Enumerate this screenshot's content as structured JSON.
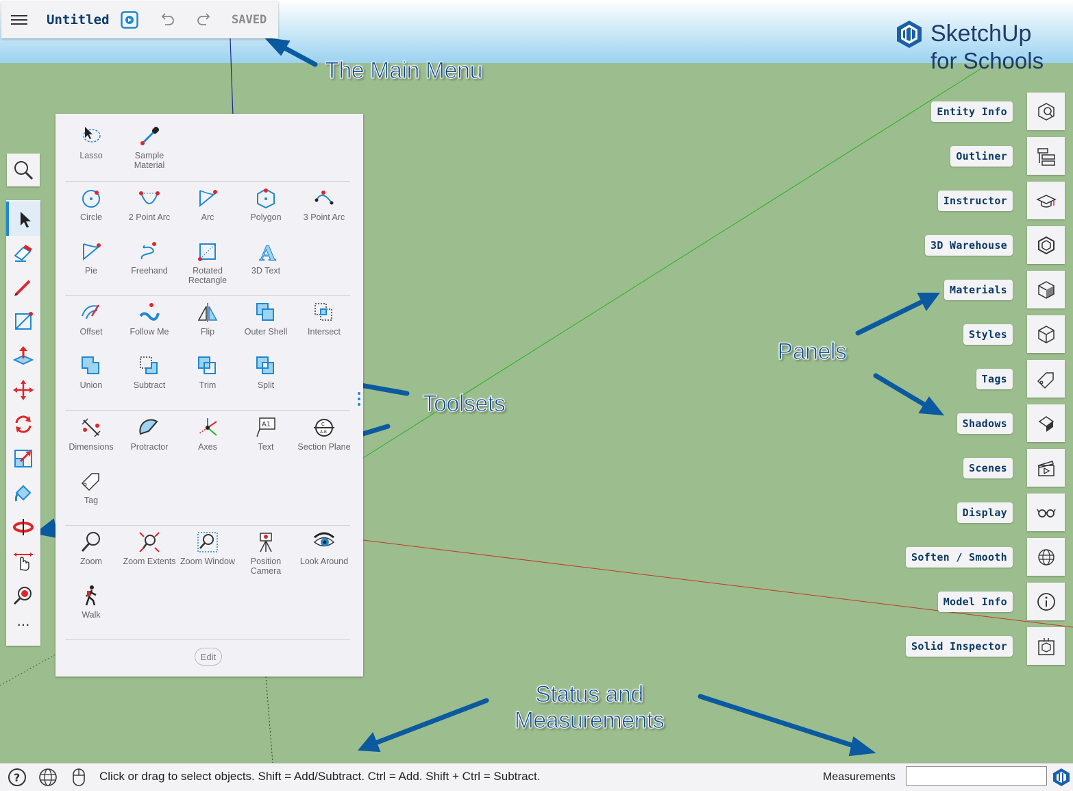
{
  "topbar": {
    "title": "Untitled",
    "saved": "SAVED"
  },
  "logo": {
    "line1": "SketchUp",
    "line2": "for Schools"
  },
  "toolsets": {
    "row1": [
      "Lasso",
      "Sample Material"
    ],
    "row2": [
      "Circle",
      "2 Point Arc",
      "Arc",
      "Polygon",
      "3 Point Arc"
    ],
    "row3": [
      "Pie",
      "Freehand",
      "Rotated Rectangle",
      "3D Text"
    ],
    "row4": [
      "Offset",
      "Follow Me",
      "Flip",
      "Outer Shell",
      "Intersect"
    ],
    "row5": [
      "Union",
      "Subtract",
      "Trim",
      "Split"
    ],
    "row6": [
      "Dimensions",
      "Protractor",
      "Axes",
      "Text",
      "Section Plane"
    ],
    "row7": [
      "Tag"
    ],
    "row8": [
      "Zoom",
      "Zoom Extents",
      "Zoom Window",
      "Position Camera",
      "Look Around"
    ],
    "row9": [
      "Walk"
    ],
    "edit": "Edit"
  },
  "panels": [
    "Entity Info",
    "Outliner",
    "Instructor",
    "3D Warehouse",
    "Materials",
    "Styles",
    "Tags",
    "Shadows",
    "Scenes",
    "Display",
    "Soften / Smooth",
    "Model Info",
    "Solid Inspector"
  ],
  "annotations": {
    "main_menu": "The Main Menu",
    "panels": "Panels",
    "toolsets": "Toolsets",
    "status_line1": "Status and",
    "status_line2": "Measurements"
  },
  "statusbar": {
    "text": "Click or drag to select objects. Shift = Add/Subtract. Ctrl = Add. Shift + Ctrl = Subtract.",
    "measurements_label": "Measurements",
    "measurements_value": ""
  },
  "colors": {
    "accent": "#1e88d2",
    "annotation": "#0b4f97",
    "ground": "#9cbd8d",
    "tool_red": "#e0262b"
  }
}
